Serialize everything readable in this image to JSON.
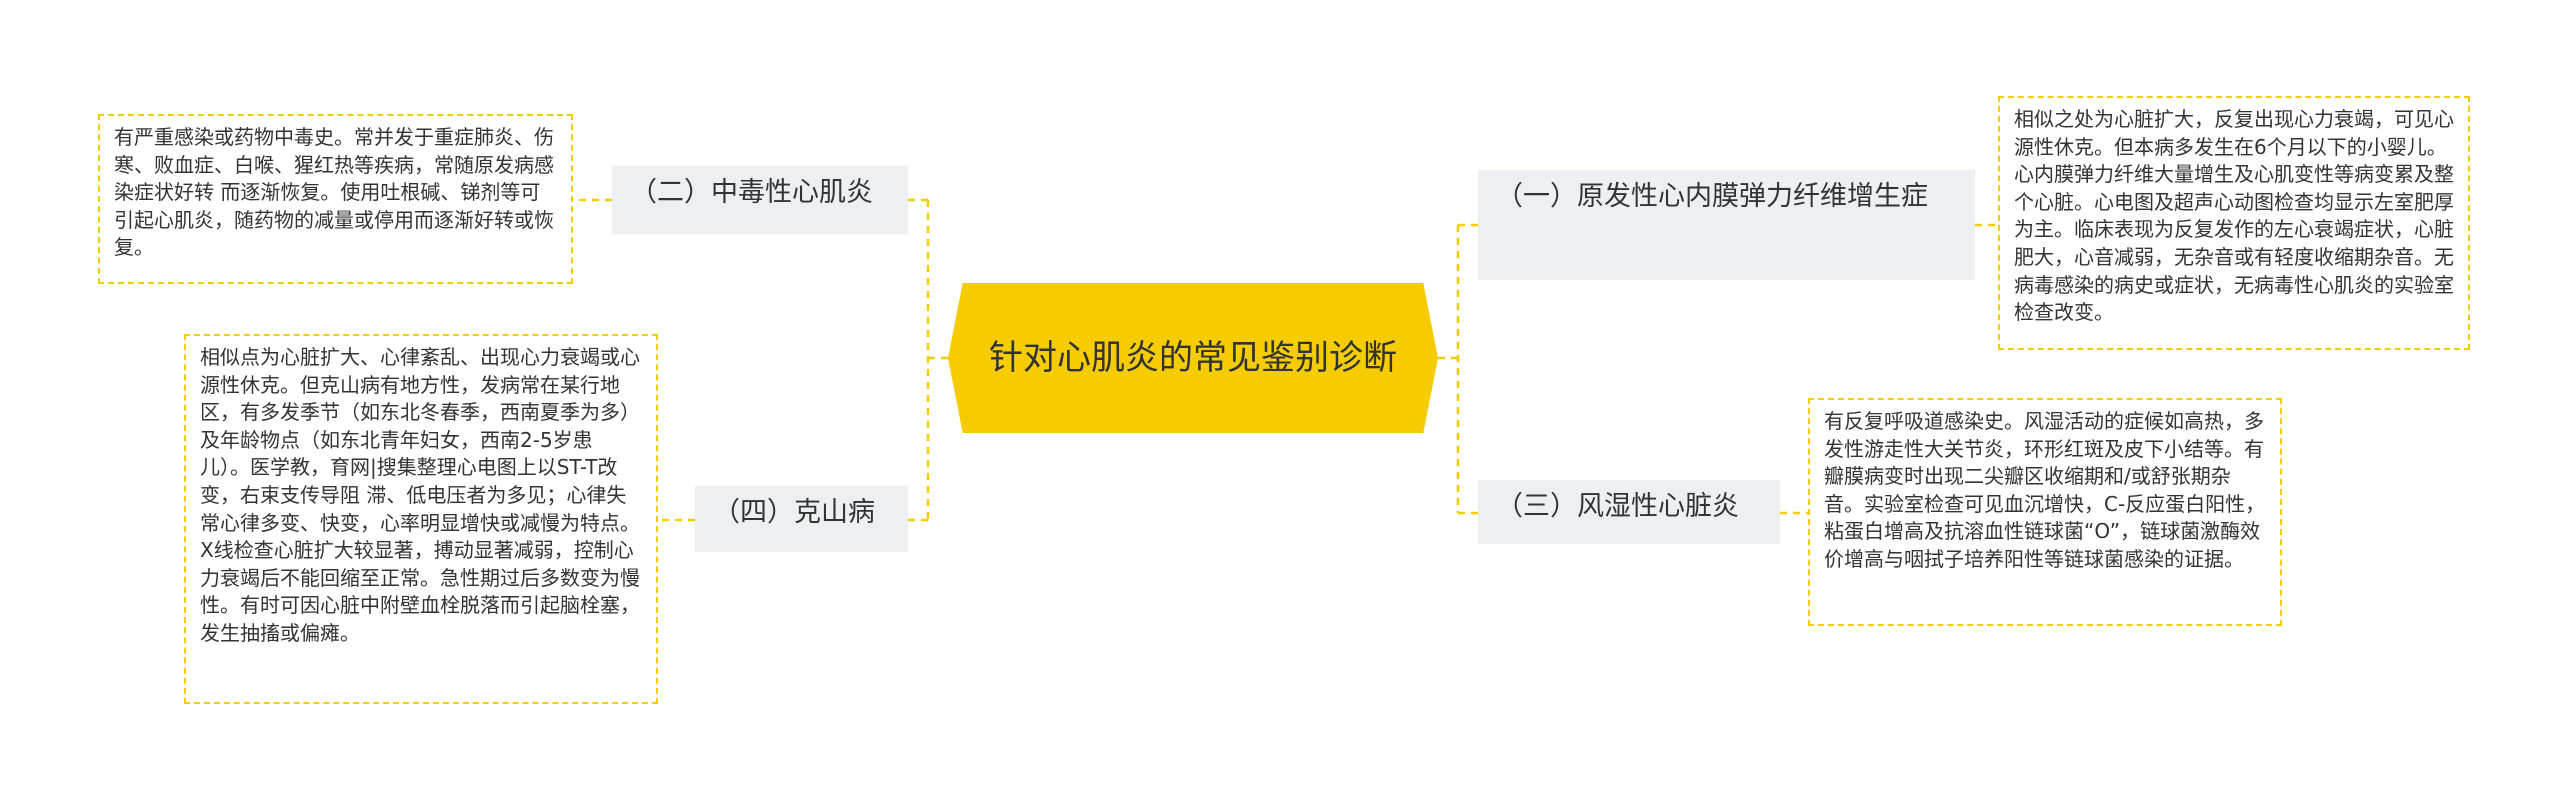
{
  "center": {
    "title": "针对心肌炎的常见鉴别诊断"
  },
  "branches": {
    "primary": {
      "label": "（一）原发性心内膜弹力纤维增生症",
      "detail": "相似之处为心脏扩大，反复出现心力衰竭，可见心源性休克。但本病多发生在6个月以下的小婴儿。心内膜弹力纤维大量增生及心肌变性等病变累及整个心脏。心电图及超声心动图检查均显示左室肥厚为主。临床表现为反复发作的左心衰竭症状，心脏肥大，心音减弱，无杂音或有轻度收缩期杂音。无病毒感染的病史或症状，无病毒性心肌炎的实验室检查改变。"
    },
    "toxic": {
      "label": "（二）中毒性心肌炎",
      "detail": "有严重感染或药物中毒史。常并发于重症肺炎、伤寒、败血症、白喉、猩红热等疾病，常随原发病感染症状好转 而逐渐恢复。使用吐根碱、锑剂等可引起心肌炎，随药物的减量或停用而逐渐好转或恢复。"
    },
    "rheumatic": {
      "label": "（三）风湿性心脏炎",
      "detail": "有反复呼吸道感染史。风湿活动的症候如高热，多发性游走性大关节炎，环形红斑及皮下小结等。有瓣膜病变时出现二尖瓣区收缩期和/或舒张期杂音。实验室检查可见血沉增快，C-反应蛋白阳性，粘蛋白增高及抗溶血性链球菌“O”，链球菌激酶效价增高与咽拭子培养阳性等链球菌感染的证据。"
    },
    "keshan": {
      "label": "（四）克山病",
      "detail": "相似点为心脏扩大、心律紊乱、出现心力衰竭或心源性休克。但克山病有地方性，发病常在某行地区，有多发季节（如东北冬春季，西南夏季为多）及年龄物点（如东北青年妇女，西南2-5岁患儿）。医学教，育网|搜集整理心电图上以ST-T改变，右束支传导阻 滞、低电压者为多见；心律失常心律多变、快变，心率明显增快或减慢为特点。X线检查心脏扩大较显著，搏动显著减弱，控制心力衰竭后不能回缩至正常。急性期过后多数变为慢性。有时可因心脏中附壁血栓脱落而引起脑栓塞，发生抽搐或偏瘫。"
    }
  },
  "colors": {
    "accent": "#f5cc00",
    "branch_bg": "#edf0f3",
    "text": "#333333"
  }
}
